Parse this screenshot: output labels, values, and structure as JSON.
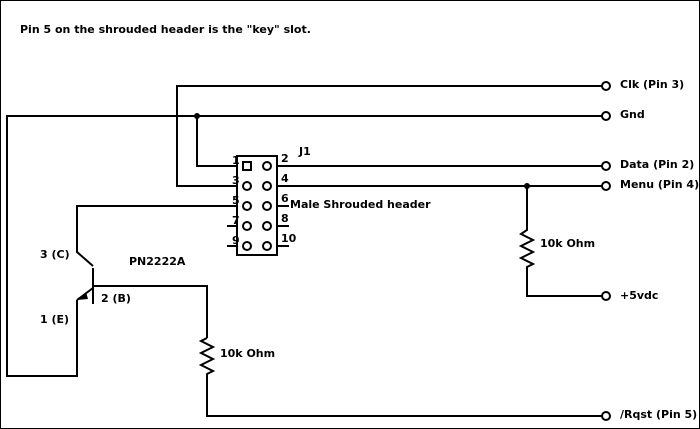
{
  "note": "Pin 5 on the shrouded header is the \"key\" slot.",
  "connector": {
    "ref": "J1",
    "description": "Male Shrouded header",
    "pins": [
      "1",
      "2",
      "3",
      "4",
      "5",
      "6",
      "7",
      "8",
      "9",
      "10"
    ]
  },
  "signals": {
    "clk": "Clk (Pin 3)",
    "gnd": "Gnd",
    "data": "Data (Pin 2)",
    "menu": "Menu (Pin 4)",
    "vdc": "+5vdc",
    "rqst": "/Rqst (Pin 5)"
  },
  "transistor": {
    "part": "PN2222A",
    "collector": "3 (C)",
    "base": "2 (B)",
    "emitter": "1 (E)"
  },
  "resistors": {
    "menu_pullup": "10k Ohm",
    "base": "10k Ohm"
  }
}
